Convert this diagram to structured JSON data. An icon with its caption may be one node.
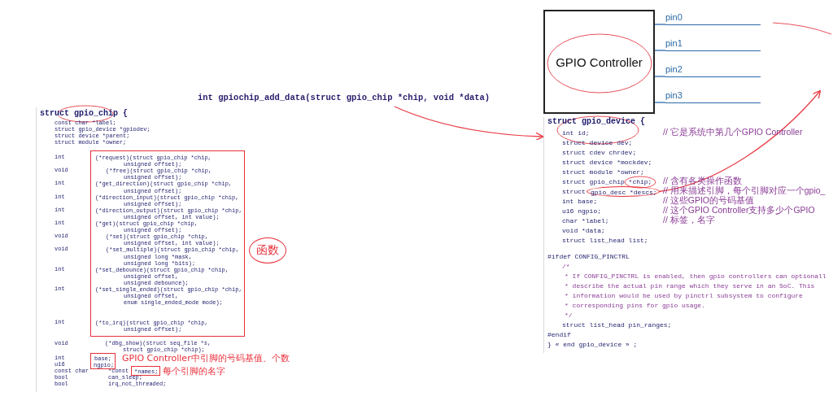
{
  "diagram": {
    "nodes": [
      {
        "text": [
          "struct gpio_chip {",
          "const char *label;",
          "struct gpio_device *gpiodev;",
          "struct device *parent;",
          "struct module *owner;",
          "int",
          "void",
          "int",
          "int",
          "int",
          "int",
          "void",
          "void",
          "int",
          "int",
          "int",
          "void",
          "(*dbg_show)(struct seq_file *s,",
          "struct gpio_chip *chip);",
          "int",
          "u16",
          "const char",
          "*const",
          "bool",
          "can_sleep;",
          "bool",
          "irq_not_threaded;"
        ]
      },
      {
        "text": [
          "(*request)(struct gpio_chip *chip,",
          "unsigned offset);",
          "(*free)(struct gpio_chip *chip,",
          "unsigned offset);",
          "(*get_direction)(struct gpio_chip *chip,",
          "unsigned offset);",
          "(*direction_input)(struct gpio_chip *chip,",
          "unsigned offset);",
          "(*direction_output)(struct gpio_chip *chip,",
          "unsigned offset, int value);",
          "(*get)(struct gpio_chip *chip,",
          "unsigned offset);",
          "(*set)(struct gpio_chip *chip,",
          "unsigned offset, int value);",
          "(*set_multiple)(struct gpio_chip *chip,",
          "unsigned long *mask,",
          "unsigned long *bits);",
          "(*set_debounce)(struct gpio_chip *chip,",
          "unsigned offset,",
          "unsigned debounce);",
          "(*set_single_ended)(struct gpio_chip *chip,",
          "unsigned offset,",
          "enum single_ended_mode mode);",
          "(*to_irq)(struct gpio_chip *chip,",
          "unsigned offset);"
        ],
        "in": 0
      },
      {
        "text": [
          "base;",
          "ngpio;"
        ],
        "in": 0
      },
      {
        "text": [
          "*names;"
        ],
        "in": 0,
        "beside": [
          "每个引脚的名字"
        ]
      },
      {
        "text": [
          "函数"
        ]
      },
      {
        "text": [
          "int gpiochip_add_data(struct gpio_chip *chip, void *data)"
        ]
      },
      {
        "text": [
          "GPIO Controller"
        ]
      },
      {
        "text": [
          "pin0"
        ]
      },
      {
        "text": [
          "pin1"
        ]
      },
      {
        "text": [
          "pin2"
        ]
      },
      {
        "text": [
          "pin3"
        ]
      },
      {
        "text": [
          "struct gpio_device {",
          "int id;",
          "// 它是系统中第几个GPIO Controller",
          "struct device dev;",
          "struct cdev chrdev;",
          "struct device *mockdev;",
          "struct module *owner;",
          "struct gpio_chip *chip;",
          "// 含有各类操作函数",
          "struct",
          "// 用来描述引脚，每个引脚对应一个gpio_",
          "int base;",
          "// 这些GPIO的号码基值",
          "u16 ngpio;",
          "// 这个GPIO Controller支持多少个GPIO",
          "char *label;",
          "// 标签，名字",
          "void *data;",
          "struct list_head list;",
          "#ifdef CONFIG_PINCTRL",
          "/*",
          "* If CONFIG_PINCTRL is enabled, then gpio controllers can optionall",
          "* describe the actual pin range which they serve in an SoC. This",
          "* information would be used by pinctrl subsystem to configure",
          "* corresponding pins for gpio usage.",
          "*/",
          "struct list_head pin_ranges;",
          "#endif",
          "} « end gpio_device » ;"
        ]
      },
      {
        "text": [
          "gpio_desc *descs;"
        ],
        "in": 11
      }
    ],
    "labels": [
      "GPIO Controller中引脚的号码基值、个数"
    ],
    "edges": [
      {
        "from": 6,
        "to": 7,
        "arrow": "none"
      },
      {
        "from": 6,
        "to": 8,
        "arrow": "none"
      },
      {
        "from": 6,
        "to": 9,
        "arrow": "none"
      },
      {
        "from": 6,
        "to": 10,
        "arrow": "none"
      },
      {
        "from": 5,
        "to": 11,
        "arrow": "to",
        "color": "#e8404a"
      },
      {
        "from": 12,
        "to": null,
        "arrow": "to",
        "color": "#e8404a"
      }
    ]
  }
}
